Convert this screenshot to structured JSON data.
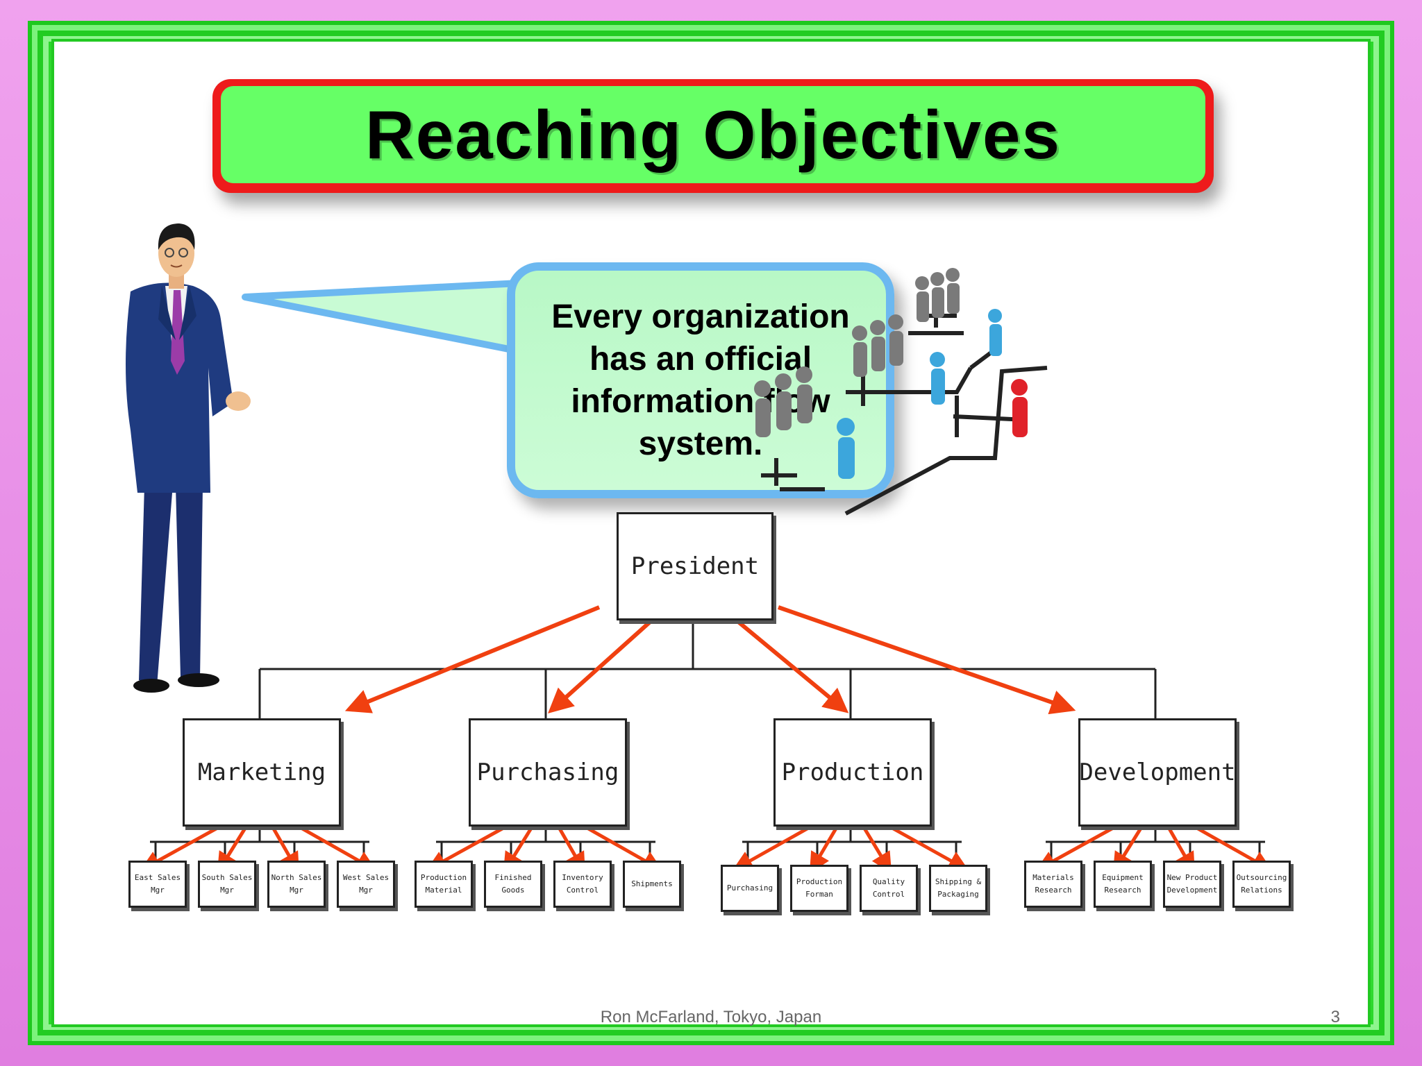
{
  "title": "Reaching Objectives",
  "bubble_text": "Every organization has an official information flow system.",
  "org_chart": {
    "top": "President",
    "departments": [
      {
        "label": "Marketing",
        "subunits": [
          "East Sales Mgr",
          "South Sales Mgr",
          "North Sales Mgr",
          "West Sales Mgr"
        ]
      },
      {
        "label": "Purchasing",
        "subunits": [
          "Production Material",
          "Finished Goods",
          "Inventory Control",
          "Shipments"
        ]
      },
      {
        "label": "Production",
        "subunits": [
          "Purchasing",
          "Production Forman",
          "Quality Control",
          "Shipping & Packaging"
        ]
      },
      {
        "label": "Development",
        "subunits": [
          "Materials Research",
          "Equipment Research",
          "New Product Development",
          "Outsourcing Relations"
        ]
      }
    ]
  },
  "footer": "Ron McFarland, Tokyo, Japan",
  "page_number": "3",
  "colors": {
    "title_fill": "#66ff66",
    "title_border": "#ee1b1b",
    "bubble_fill": "#c4fad0",
    "bubble_border": "#6cb8f0",
    "arrow": "#f04010",
    "frame_green": "#22cc22",
    "frame_pink": "#e88ee6"
  },
  "icons": {
    "presenter": "businessman-illustration",
    "org_figures": "people-hierarchy-illustration"
  }
}
